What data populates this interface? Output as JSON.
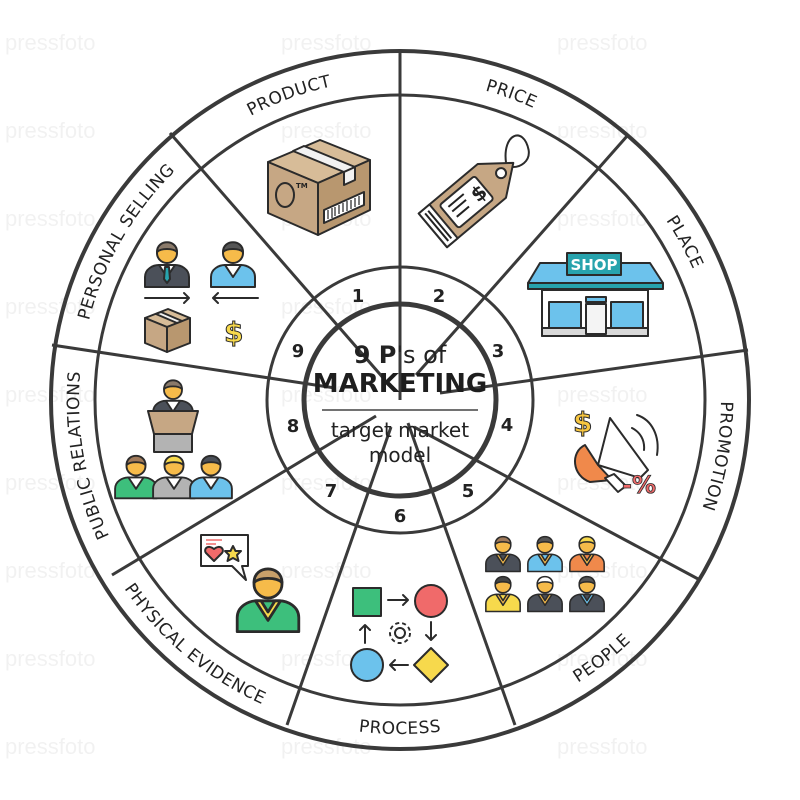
{
  "title": {
    "line1_bold": "9 P",
    "line1_rest": "'s of",
    "line2": "MARKETING",
    "line3": "target market",
    "line4": "model"
  },
  "segments": [
    {
      "number": "1",
      "label": "PRODUCT",
      "icon": "box-icon"
    },
    {
      "number": "2",
      "label": "PRICE",
      "icon": "price-tag-icon"
    },
    {
      "number": "3",
      "label": "PLACE",
      "icon": "shop-icon"
    },
    {
      "number": "4",
      "label": "PROMOTION",
      "icon": "megaphone-icon"
    },
    {
      "number": "5",
      "label": "PEOPLE",
      "icon": "people-group-icon"
    },
    {
      "number": "6",
      "label": "PROCESS",
      "icon": "process-flow-icon"
    },
    {
      "number": "7",
      "label": "PHYSICAL EVIDENCE",
      "icon": "review-person-icon"
    },
    {
      "number": "8",
      "label": "PUBLIC RELATIONS",
      "icon": "speaker-podium-icon"
    },
    {
      "number": "9",
      "label": "PERSONAL SELLING",
      "icon": "sales-exchange-icon"
    }
  ],
  "icon_text": {
    "shop_sign": "SHOP",
    "tm": "TM",
    "dollar": "$",
    "discount": "-%"
  },
  "colors": {
    "outline": "#3a3a3a",
    "tan": "#c6a784",
    "blue": "#6cc2ec",
    "teal": "#27a3ad",
    "green": "#3dbf7c",
    "red": "#f06a6a",
    "yellow": "#f7d94c",
    "orange": "#f0894b",
    "skin": "#f6bb4a",
    "suit": "#4b5059"
  },
  "watermark": "pressfoto"
}
